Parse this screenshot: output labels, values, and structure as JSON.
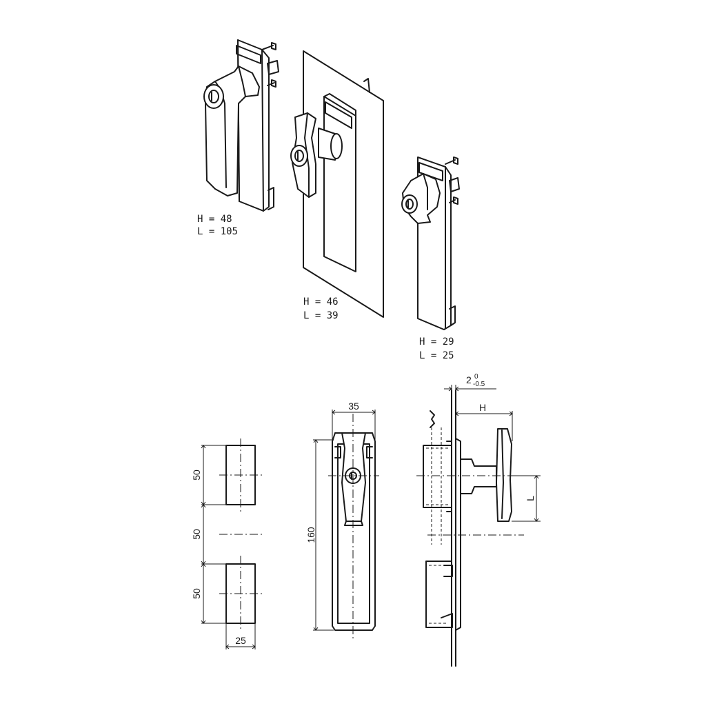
{
  "variants": [
    {
      "h_label": "H = 48",
      "l_label": "L = 105"
    },
    {
      "h_label": "H = 46",
      "l_label": "L = 39"
    },
    {
      "h_label": "H = 29",
      "l_label": "L = 25"
    }
  ],
  "cutout_dims": {
    "height_top": "50",
    "spacing": "50",
    "height_bottom": "50",
    "width": "25"
  },
  "front_dims": {
    "width": "35",
    "length": "160"
  },
  "side_dims": {
    "thickness": "2",
    "tol_upper": "0",
    "tol_lower": "-0.5",
    "h": "H",
    "l": "L"
  }
}
